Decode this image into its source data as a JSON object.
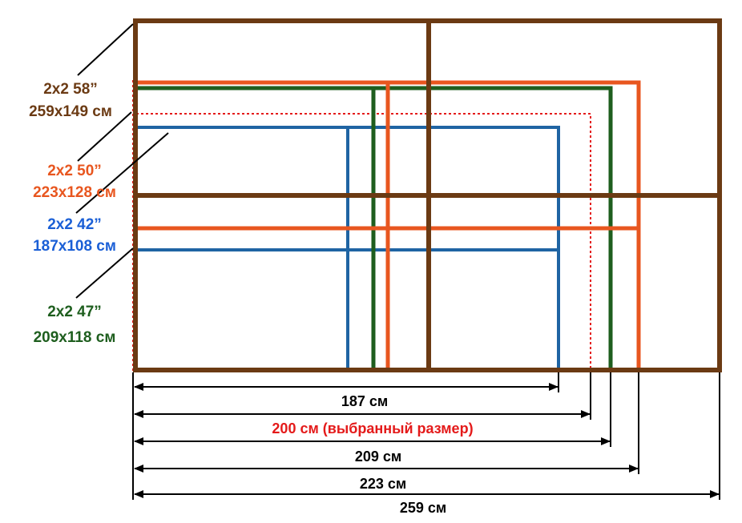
{
  "colors": {
    "brown": "#6b3a13",
    "orange": "#e8561f",
    "green": "#1e5e1e",
    "blue": "#1f64a3",
    "red": "#e41a1a",
    "black": "#000000",
    "blue_text": "#1a5fd6"
  },
  "labels": {
    "s58": {
      "name": "2x2 58”",
      "size": "259x149 см"
    },
    "s50": {
      "name": "2x2 50”",
      "size": "223x128 см"
    },
    "s42": {
      "name": "2x2 42”",
      "size": "187x108 см"
    },
    "s47": {
      "name": "2x2 47”",
      "size": "209x118 см"
    }
  },
  "dimensions": {
    "d187": "187 см",
    "d200": "200 см (выбранный размер)",
    "d209": "209 см",
    "d223": "223 см",
    "d259": "259 см"
  }
}
